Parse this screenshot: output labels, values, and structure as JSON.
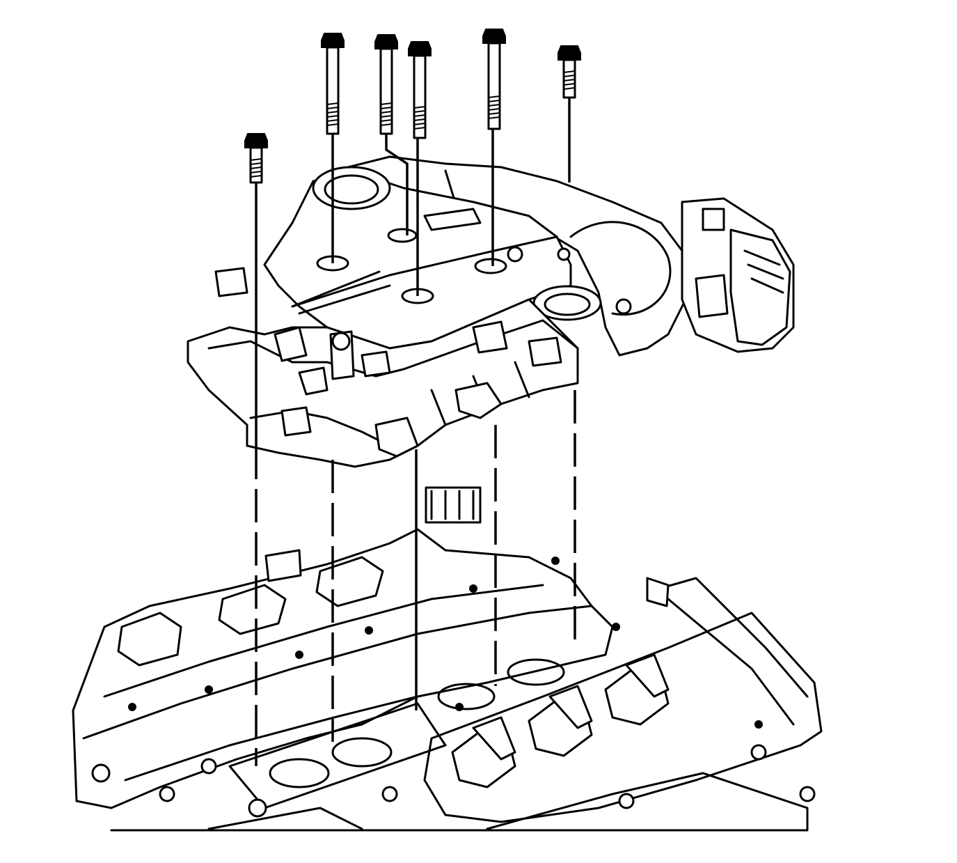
{
  "diagram": {
    "colors": {
      "line": "#000000",
      "background": "#ffffff"
    },
    "bolts": [
      {
        "id": "bolt-1",
        "shank": "long"
      },
      {
        "id": "bolt-2",
        "shank": "long"
      },
      {
        "id": "bolt-3",
        "shank": "long"
      },
      {
        "id": "bolt-4",
        "shank": "long"
      },
      {
        "id": "bolt-5",
        "shank": "long"
      },
      {
        "id": "bolt-6",
        "shank": "short"
      }
    ]
  }
}
